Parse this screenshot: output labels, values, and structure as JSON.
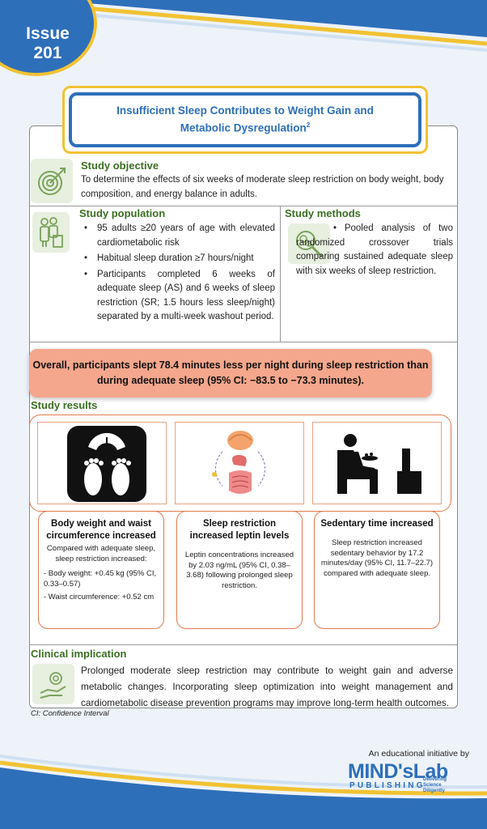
{
  "issue": {
    "label": "Issue",
    "number": "201"
  },
  "title": {
    "line1": "Insufficient Sleep Contributes to Weight Gain and",
    "line2": "Metabolic Dysregulation",
    "ref": "2"
  },
  "objective": {
    "heading": "Study objective",
    "text": "To determine the effects of six weeks of moderate sleep restriction on body weight, body composition, and energy balance in adults."
  },
  "population": {
    "heading": "Study population",
    "items": [
      "95 adults ≥20 years of age with elevated cardiometabolic risk",
      "Habitual sleep duration ≥7 hours/night",
      "Participants completed 6 weeks of adequate sleep (AS) and 6 weeks of sleep restriction (SR; 1.5 hours less sleep/night) separated by a multi-week washout period."
    ]
  },
  "methods": {
    "heading": "Study methods",
    "text": "Pooled analysis of two randomized crossover trials comparing sustained adequate sleep with six weeks of sleep restriction."
  },
  "highlight": {
    "line1": "Overall, participants slept 78.4 minutes less per night during sleep restriction than",
    "line2": "during adequate sleep (95% CI: −83.5 to −73.3 minutes)."
  },
  "results": {
    "heading": "Study results",
    "cards": [
      {
        "title": "Body weight and waist circumference increased",
        "text": "Compared with adequate sleep, sleep restriction increased:",
        "bullet1": "- Body weight: +0.45 kg (95% CI, 0.33–0.57)",
        "bullet2": "- Waist circumference: +0.52 cm"
      },
      {
        "title": "Sleep restriction increased leptin levels",
        "text": "Leptin concentrations increased by 2.03 ng/mL (95% CI, 0.38–3.68) following prolonged sleep restriction."
      },
      {
        "title": "Sedentary time increased",
        "text": "Sleep restriction increased sedentary behavior by 17.2 minutes/day (95% CI, 11.7–22.7) compared with adequate sleep."
      }
    ]
  },
  "clinical": {
    "heading": "Clinical implication",
    "text": "Prolonged moderate sleep restriction may contribute to weight gain and adverse metabolic changes. Incorporating sleep optimization into weight management and cardiometabolic disease prevention programs may improve long-term health outcomes."
  },
  "footnote": "CI: Confidence Interval",
  "branding": {
    "initiative": "An educational initiative by",
    "logo": "MIND'sLab",
    "publishing": "PUBLISHING",
    "tag1": "Delivering",
    "tag2": "Science",
    "tag3": "Diligently"
  },
  "colors": {
    "blue": "#2e6fba",
    "gold": "#f1c232",
    "green": "#3b6e22",
    "salmon": "#f4a78c",
    "orange": "#e07b4f"
  }
}
